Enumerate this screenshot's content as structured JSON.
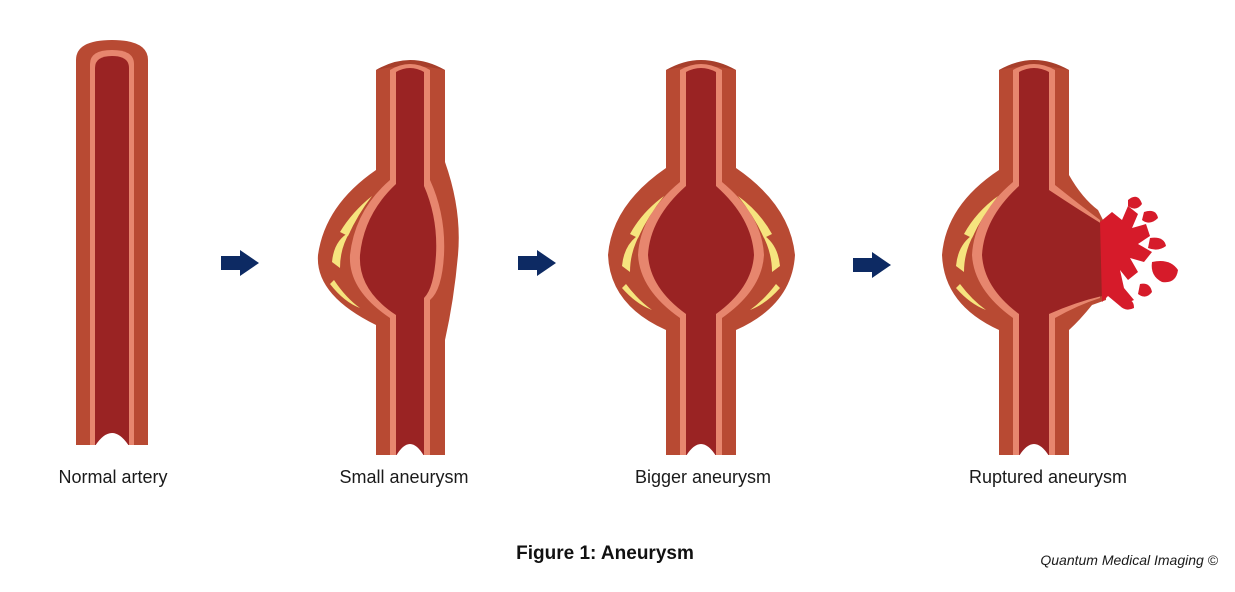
{
  "stages": [
    {
      "label": "Normal artery"
    },
    {
      "label": "Small aneurysm"
    },
    {
      "label": "Bigger aneurysm"
    },
    {
      "label": "Ruptured aneurysm"
    }
  ],
  "caption": "Figure 1: Aneurysm",
  "copyright": "Quantum Medical Imaging ©",
  "colors": {
    "wall": "#b84a33",
    "lumen": "#9a2323",
    "intima": "#e7866e",
    "plaque": "#f6e47e",
    "blood": "#d61b2a",
    "arrow": "#0d2a63"
  }
}
